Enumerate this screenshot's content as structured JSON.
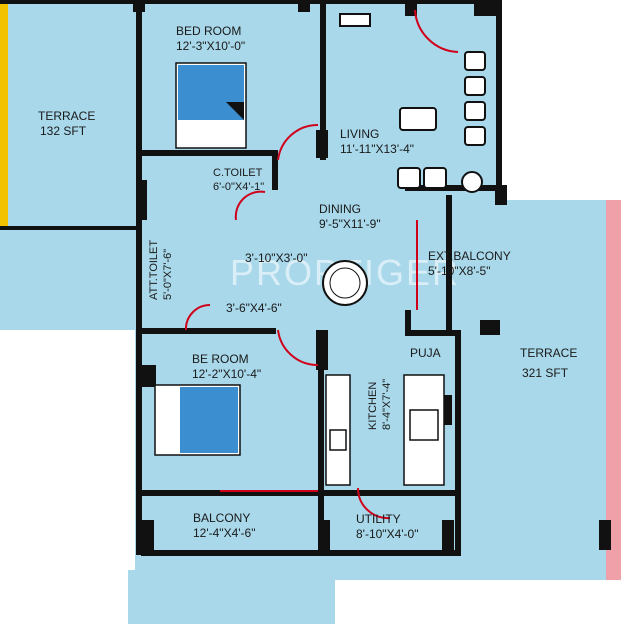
{
  "colors": {
    "floor": "#a8d8ea",
    "wall": "#111111",
    "door_arc": "#d0021b",
    "furniture": "#ffffff",
    "bed_blue": "#3b8fd0",
    "terrace_edge_yellow": "#f2c200",
    "terrace_edge_pink": "#f0a0a8",
    "watermark": "#d9eef6"
  },
  "watermark": "PROPTIGER",
  "rooms": {
    "terrace_left": {
      "name": "TERRACE",
      "size": "132 SFT"
    },
    "bedroom_1": {
      "name": "BED ROOM",
      "size": "12'-3\"X10'-0\""
    },
    "c_toilet": {
      "name": "C.TOILET",
      "size": "6'-0\"X4'-1\""
    },
    "living": {
      "name": "LIVING",
      "size": "11'-11\"X13'-4\""
    },
    "dining": {
      "name": "DINING",
      "size": "9'-5\"X11'-9\""
    },
    "att_toilet": {
      "name": "ATT.TOILET",
      "size": "5'-0\"X7'-6\""
    },
    "passage_1": {
      "size": "3'-10\"X3'-0\""
    },
    "passage_2": {
      "size": "3'-6\"X4'-6\""
    },
    "ext_balcony": {
      "name": "EXT.BALCONY",
      "size": "5'-10\"X8'-5\""
    },
    "puja": {
      "name": "PUJA"
    },
    "terrace_right": {
      "name": "TERRACE",
      "size": "321 SFT"
    },
    "bedroom_2": {
      "name": "BE ROOM",
      "size": "12'-2\"X10'-4\""
    },
    "kitchen": {
      "name": "KITCHEN",
      "size": "8'-4\"X7'-4\""
    },
    "balcony": {
      "name": "BALCONY",
      "size": "12'-4\"X4'-6\""
    },
    "utility": {
      "name": "UTILITY",
      "size": "8'-10\"X4'-0\""
    }
  }
}
